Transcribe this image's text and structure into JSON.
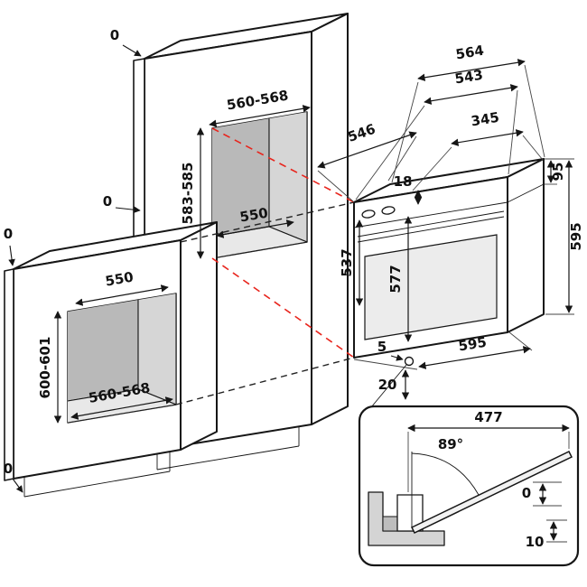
{
  "labels": {
    "tall": {
      "zero_top": "0",
      "zero_side": "0",
      "width_front": "560-568",
      "width_back": "550",
      "height": "583-585"
    },
    "base": {
      "zero_top": "0",
      "zero_bottom": "0",
      "width_back": "550",
      "width_front": "560-568",
      "height": "600-601"
    },
    "oven": {
      "overall_width": "564",
      "front_width": "543",
      "depth": "546",
      "panel_width": "345",
      "top_inset": "18",
      "panel_height": "95",
      "body_depth": "537",
      "body_height": "577",
      "overall_height": "595",
      "bottom_width": "595",
      "front_gap": "5",
      "bottom_gap": "20"
    },
    "detail": {
      "door_width": "477",
      "angle": "89°",
      "zero": "0",
      "clearance": "10"
    }
  },
  "colors": {
    "projection_red": "#e8251d",
    "line_black": "#161616",
    "niche_gray": "#c9c9c9"
  }
}
